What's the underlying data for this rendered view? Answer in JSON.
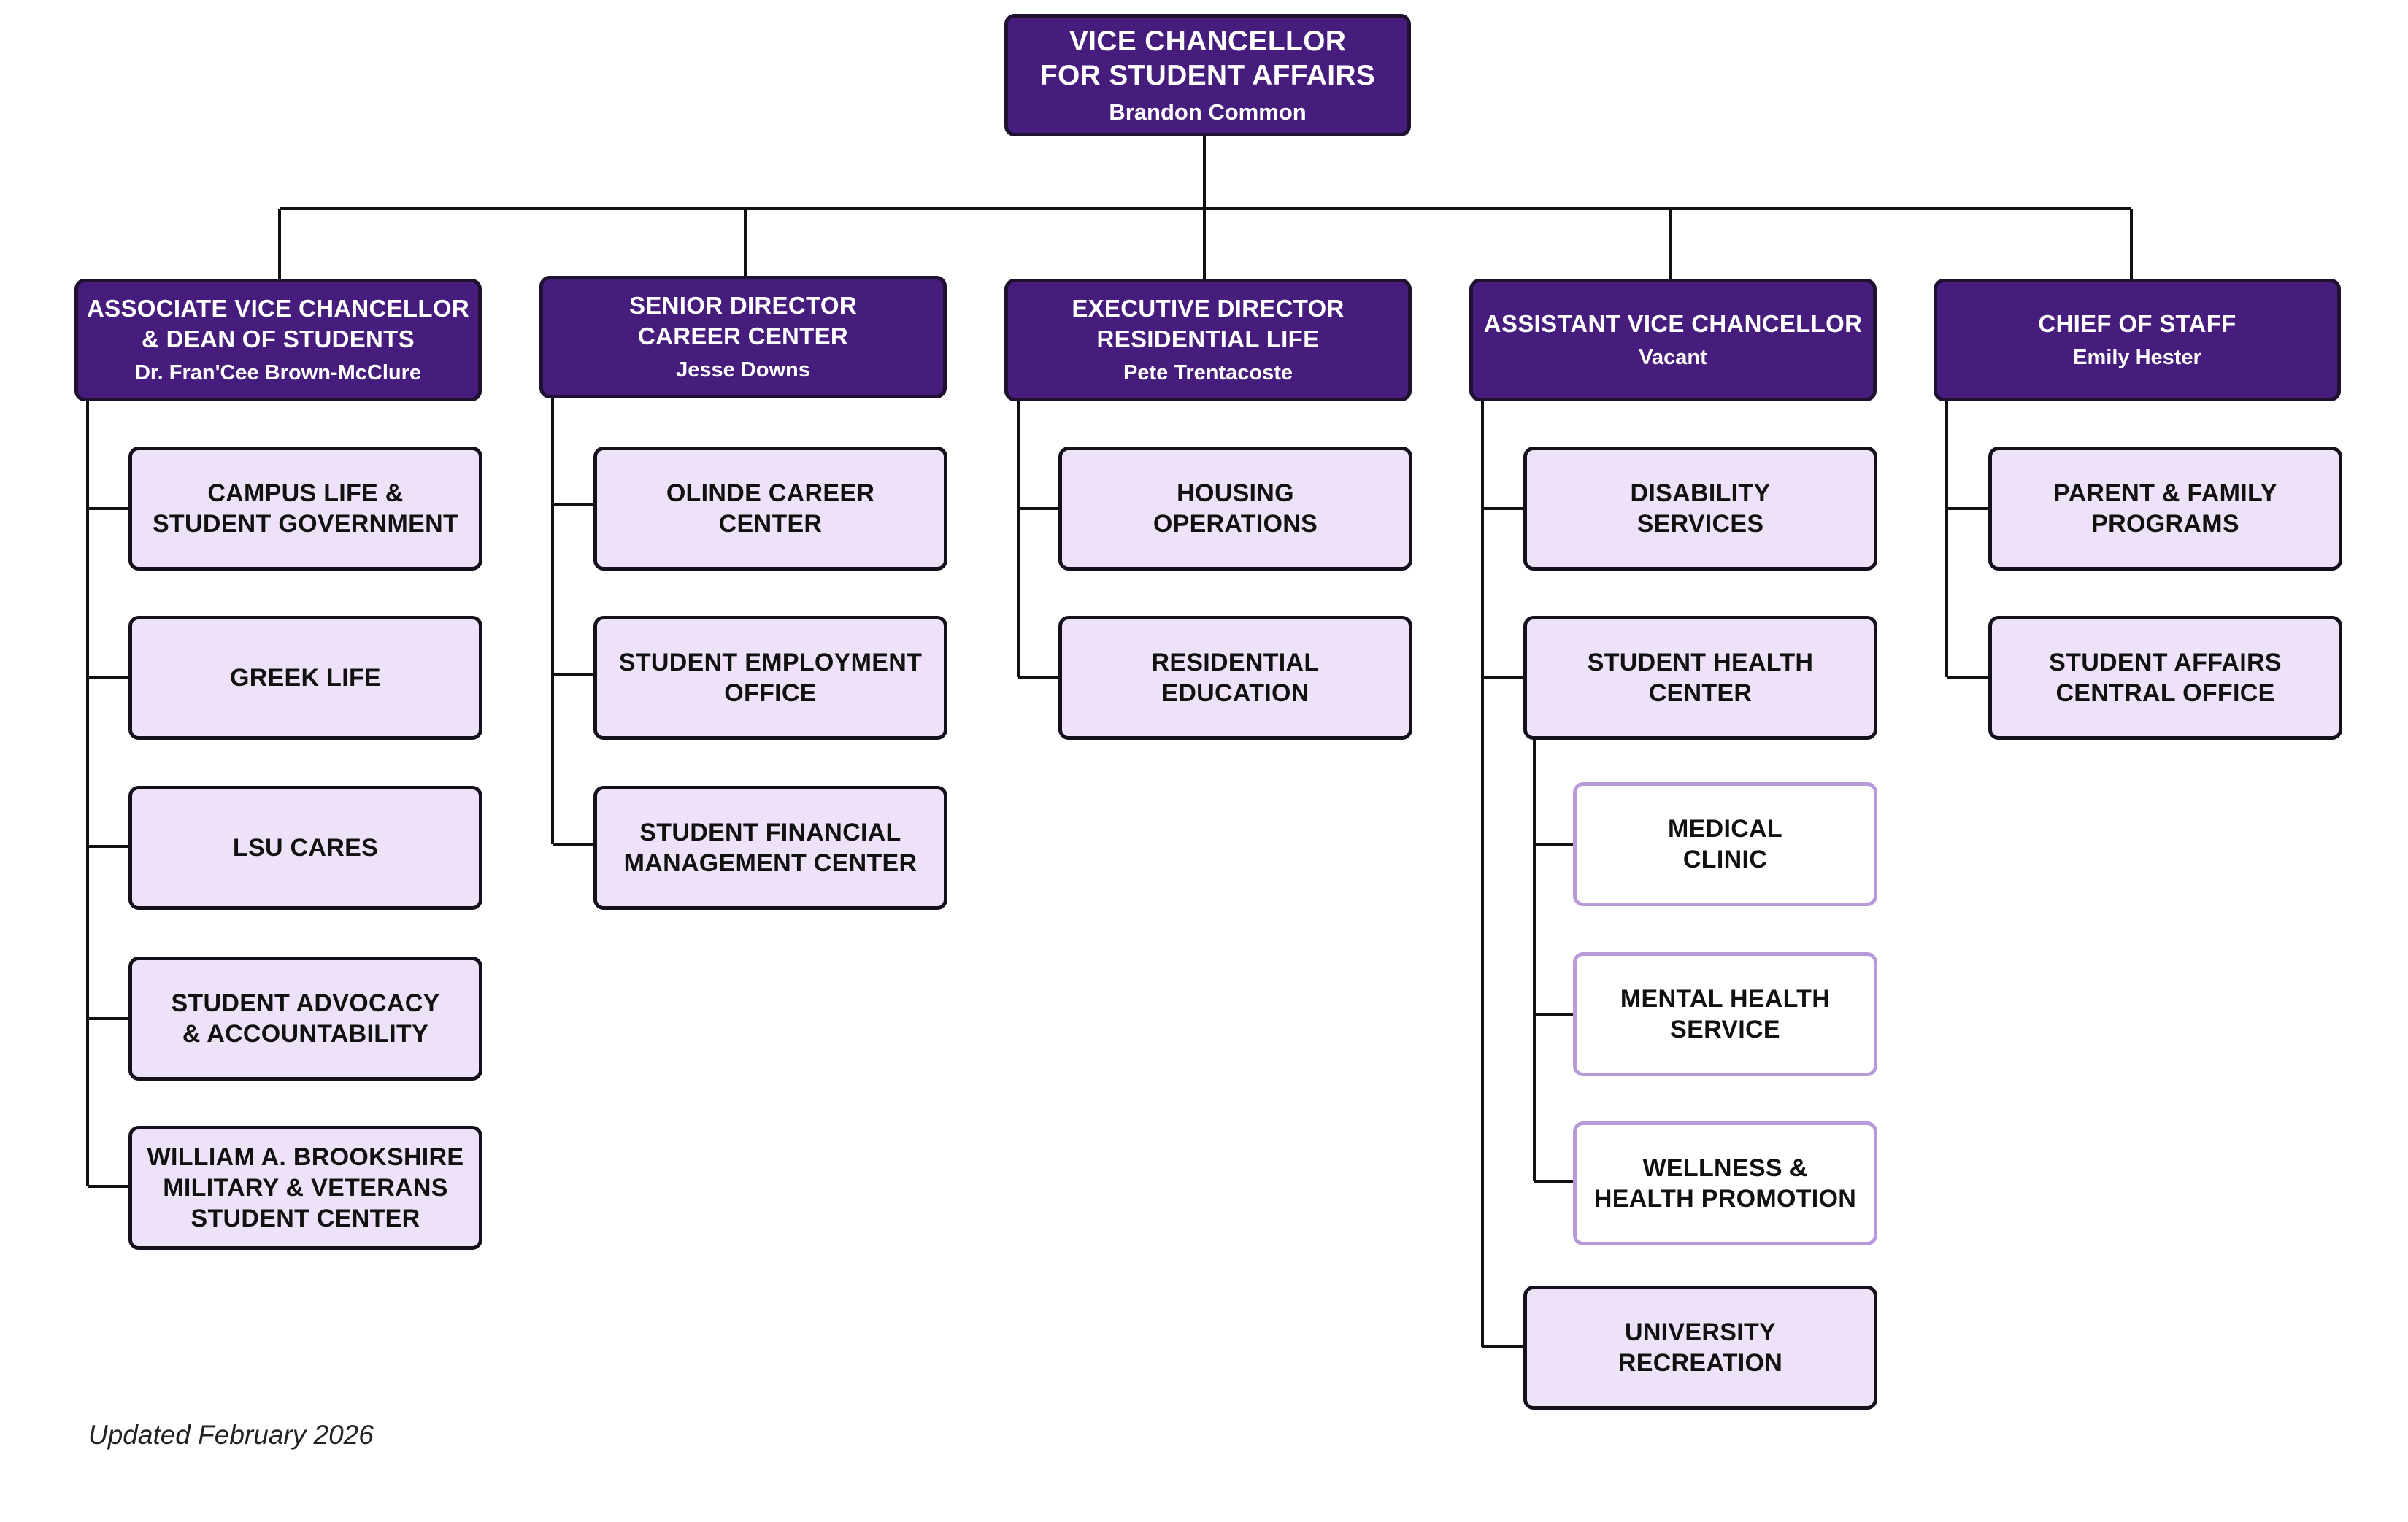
{
  "chart": {
    "top": {
      "title": "VICE CHANCELLOR\nFOR STUDENT AFFAIRS",
      "name": "Brandon Common"
    },
    "heads": [
      {
        "title": "ASSOCIATE VICE CHANCELLOR\n& DEAN OF STUDENTS",
        "name": "Dr. Fran'Cee Brown-McClure",
        "units": [
          "CAMPUS LIFE &\nSTUDENT GOVERNMENT",
          "GREEK LIFE",
          "LSU CARES",
          "STUDENT ADVOCACY\n& ACCOUNTABILITY",
          "WILLIAM A. BROOKSHIRE\nMILITARY & VETERANS\nSTUDENT CENTER"
        ]
      },
      {
        "title": "SENIOR DIRECTOR\nCAREER CENTER",
        "name": "Jesse Downs",
        "units": [
          "OLINDE CAREER\nCENTER",
          "STUDENT EMPLOYMENT\nOFFICE",
          "STUDENT FINANCIAL\nMANAGEMENT CENTER"
        ]
      },
      {
        "title": "EXECUTIVE DIRECTOR\nRESIDENTIAL LIFE",
        "name": "Pete Trentacoste",
        "units": [
          "HOUSING\nOPERATIONS",
          "RESIDENTIAL\nEDUCATION"
        ]
      },
      {
        "title": "ASSISTANT VICE CHANCELLOR",
        "name": "Vacant",
        "units": [
          "DISABILITY\nSERVICES",
          "STUDENT HEALTH\nCENTER",
          "UNIVERSITY\nRECREATION"
        ],
        "health_subunits": [
          "MEDICAL\nCLINIC",
          "MENTAL HEALTH\nSERVICE",
          "WELLNESS &\nHEALTH PROMOTION"
        ]
      },
      {
        "title": "CHIEF OF STAFF",
        "name": "Emily Hester",
        "units": [
          "PARENT & FAMILY\nPROGRAMS",
          "STUDENT AFFAIRS\nCENTRAL OFFICE"
        ]
      }
    ]
  },
  "colors": {
    "head_fill": "#461d7c",
    "unit_fill": "#ede2f7",
    "sub_border": "#b99ad9",
    "line": "#111111"
  },
  "footer": "Updated February 2026"
}
